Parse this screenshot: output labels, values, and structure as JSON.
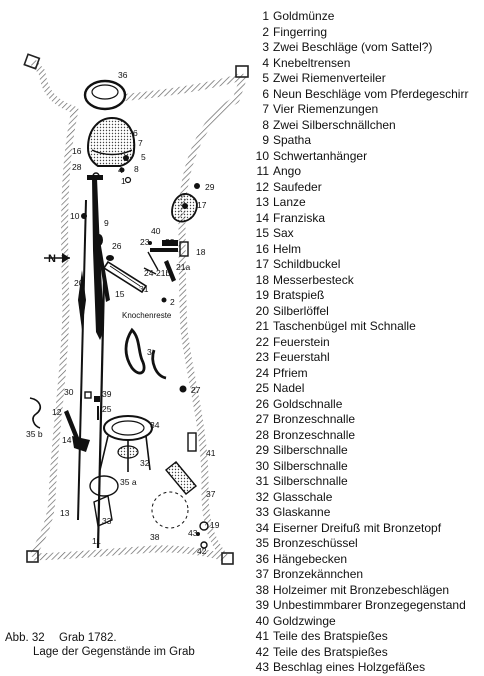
{
  "legend": [
    {
      "num": "1",
      "label": "Goldmünze"
    },
    {
      "num": "2",
      "label": "Fingerring"
    },
    {
      "num": "3",
      "label": "Zwei Beschläge (vom Sattel?)"
    },
    {
      "num": "4",
      "label": "Knebeltrensen"
    },
    {
      "num": "5",
      "label": "Zwei Riemenverteiler"
    },
    {
      "num": "6",
      "label": "Neun Beschläge vom Pferdegeschirr"
    },
    {
      "num": "7",
      "label": "Vier Riemenzungen"
    },
    {
      "num": "8",
      "label": "Zwei Silberschnällchen"
    },
    {
      "num": "9",
      "label": "Spatha"
    },
    {
      "num": "10",
      "label": "Schwertanhänger"
    },
    {
      "num": "11",
      "label": "Ango"
    },
    {
      "num": "12",
      "label": "Saufeder"
    },
    {
      "num": "13",
      "label": "Lanze"
    },
    {
      "num": "14",
      "label": "Franziska"
    },
    {
      "num": "15",
      "label": "Sax"
    },
    {
      "num": "16",
      "label": "Helm"
    },
    {
      "num": "17",
      "label": "Schildbuckel"
    },
    {
      "num": "18",
      "label": "Messerbesteck"
    },
    {
      "num": "19",
      "label": "Bratspieß"
    },
    {
      "num": "20",
      "label": "Silberlöffel"
    },
    {
      "num": "21",
      "label": "Taschenbügel mit Schnalle"
    },
    {
      "num": "22",
      "label": "Feuerstein"
    },
    {
      "num": "23",
      "label": "Feuerstahl"
    },
    {
      "num": "24",
      "label": "Pfriem"
    },
    {
      "num": "25",
      "label": "Nadel"
    },
    {
      "num": "26",
      "label": "Goldschnalle"
    },
    {
      "num": "27",
      "label": "Bronzeschnalle"
    },
    {
      "num": "28",
      "label": "Bronzeschnalle"
    },
    {
      "num": "29",
      "label": "Silberschnalle"
    },
    {
      "num": "30",
      "label": "Silberschnalle"
    },
    {
      "num": "31",
      "label": "Silberschnalle"
    },
    {
      "num": "32",
      "label": "Glasschale"
    },
    {
      "num": "33",
      "label": "Glaskanne"
    },
    {
      "num": "34",
      "label": "Eiserner Dreifuß mit Bronzetopf"
    },
    {
      "num": "35",
      "label": "Bronzeschüssel"
    },
    {
      "num": "36",
      "label": "Hängebecken"
    },
    {
      "num": "37",
      "label": "Bronzekännchen"
    },
    {
      "num": "38",
      "label": "Holzeimer mit Bronzebeschlägen"
    },
    {
      "num": "39",
      "label": "Unbestimmbarer Bronzegegenstand"
    },
    {
      "num": "40",
      "label": "Goldzwinge"
    },
    {
      "num": "41",
      "label": "Teile des Bratspießes"
    },
    {
      "num": "42",
      "label": "Teile des Bratspießes"
    },
    {
      "num": "43",
      "label": "Beschlag eines Holzgefäßes"
    }
  ],
  "caption": {
    "figure": "Abb. 32",
    "title": "Grab 1782.",
    "subtitle": "Lage der Gegenstände im Grab"
  },
  "plan": {
    "knochenreste_label": "Knochenreste",
    "north_letter": "N",
    "labels": [
      "36",
      "16",
      "28",
      "6",
      "5",
      "7",
      "4",
      "8",
      "1",
      "29",
      "17",
      "10",
      "9",
      "26",
      "40",
      "23",
      "22",
      "18",
      "24",
      "21b",
      "21a",
      "20",
      "15",
      "31",
      "2",
      "3",
      "27",
      "30",
      "39",
      "25",
      "12",
      "14",
      "35 b",
      "34",
      "41",
      "32",
      "35 a",
      "37",
      "13",
      "33",
      "38",
      "19",
      "43",
      "42",
      "11"
    ]
  }
}
